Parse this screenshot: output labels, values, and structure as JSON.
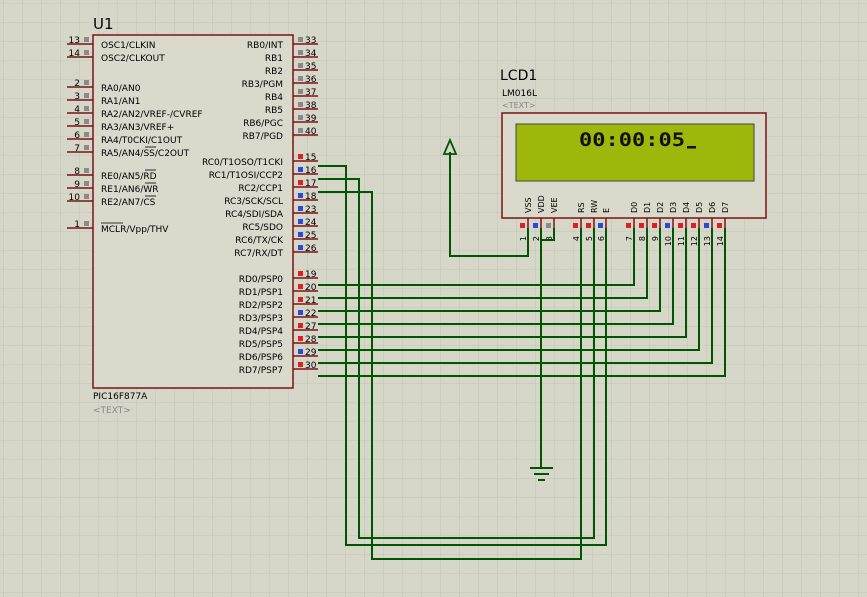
{
  "mcu": {
    "ref": "U1",
    "part": "PIC16F877A",
    "text": "<TEXT>",
    "left_pins": [
      {
        "num": "13",
        "name": "OSC1/CLKIN"
      },
      {
        "num": "14",
        "name": "OSC2/CLKOUT"
      },
      {
        "num": "2",
        "name": "RA0/AN0"
      },
      {
        "num": "3",
        "name": "RA1/AN1"
      },
      {
        "num": "4",
        "name": "RA2/AN2/VREF-/CVREF"
      },
      {
        "num": "5",
        "name": "RA3/AN3/VREF+"
      },
      {
        "num": "6",
        "name": "RA4/T0CKI/C1OUT"
      },
      {
        "num": "7",
        "name": "RA5/AN4/SS/C2OUT"
      },
      {
        "num": "8",
        "name": "RE0/AN5/RD"
      },
      {
        "num": "9",
        "name": "RE1/AN6/WR"
      },
      {
        "num": "10",
        "name": "RE2/AN7/CS"
      },
      {
        "num": "1",
        "name": "MCLR/Vpp/THV"
      }
    ],
    "right_pins": [
      {
        "num": "33",
        "name": "RB0/INT"
      },
      {
        "num": "34",
        "name": "RB1"
      },
      {
        "num": "35",
        "name": "RB2"
      },
      {
        "num": "36",
        "name": "RB3/PGM"
      },
      {
        "num": "37",
        "name": "RB4"
      },
      {
        "num": "38",
        "name": "RB5"
      },
      {
        "num": "39",
        "name": "RB6/PGC"
      },
      {
        "num": "40",
        "name": "RB7/PGD"
      },
      {
        "num": "15",
        "name": "RC0/T1OSO/T1CKI"
      },
      {
        "num": "16",
        "name": "RC1/T1OSI/CCP2"
      },
      {
        "num": "17",
        "name": "RC2/CCP1"
      },
      {
        "num": "18",
        "name": "RC3/SCK/SCL"
      },
      {
        "num": "23",
        "name": "RC4/SDI/SDA"
      },
      {
        "num": "24",
        "name": "RC5/SDO"
      },
      {
        "num": "25",
        "name": "RC6/TX/CK"
      },
      {
        "num": "26",
        "name": "RC7/RX/DT"
      },
      {
        "num": "19",
        "name": "RD0/PSP0"
      },
      {
        "num": "20",
        "name": "RD1/PSP1"
      },
      {
        "num": "21",
        "name": "RD2/PSP2"
      },
      {
        "num": "22",
        "name": "RD3/PSP3"
      },
      {
        "num": "27",
        "name": "RD4/PSP4"
      },
      {
        "num": "28",
        "name": "RD5/PSP5"
      },
      {
        "num": "29",
        "name": "RD6/PSP6"
      },
      {
        "num": "30",
        "name": "RD7/PSP7"
      }
    ]
  },
  "lcd": {
    "ref": "LCD1",
    "part": "LM016L",
    "text": "<TEXT>",
    "display": "00:00:05",
    "pins": [
      {
        "num": "1",
        "name": "VSS"
      },
      {
        "num": "2",
        "name": "VDD"
      },
      {
        "num": "3",
        "name": "VEE"
      },
      {
        "num": "4",
        "name": "RS"
      },
      {
        "num": "5",
        "name": "RW"
      },
      {
        "num": "6",
        "name": "E"
      },
      {
        "num": "7",
        "name": "D0"
      },
      {
        "num": "8",
        "name": "D1"
      },
      {
        "num": "9",
        "name": "D2"
      },
      {
        "num": "10",
        "name": "D3"
      },
      {
        "num": "11",
        "name": "D4"
      },
      {
        "num": "12",
        "name": "D5"
      },
      {
        "num": "13",
        "name": "D6"
      },
      {
        "num": "14",
        "name": "D7"
      }
    ]
  },
  "colors": {
    "background": "#d6d6c9",
    "grid": "#c4c4b6",
    "wire": "#005500",
    "body_outline": "#7a1414",
    "body_fill": "#d9d9cc",
    "lcd_screen": "#9fb60b",
    "pin_red": "#e02020",
    "pin_blue": "#2a4bd8",
    "pin_gray": "#8a8a8a",
    "text_gray": "#888888"
  }
}
